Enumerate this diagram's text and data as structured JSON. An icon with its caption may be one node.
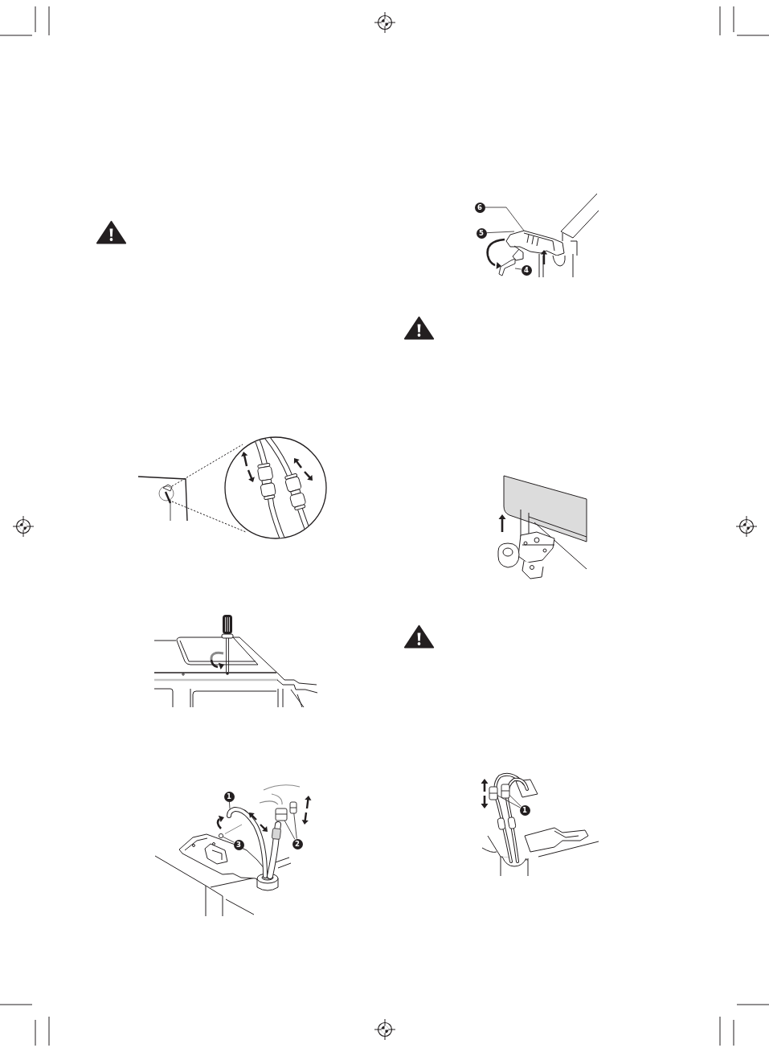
{
  "diagram": {
    "nodes": [
      {
        "text": [
          "1"
        ]
      },
      {
        "text": [
          "3"
        ]
      },
      {
        "text": [
          "2"
        ]
      },
      {
        "text": [
          "6"
        ]
      },
      {
        "text": [
          "5"
        ]
      },
      {
        "text": [
          "4"
        ]
      },
      {
        "text": [
          "1"
        ]
      },
      {
        "text": [],
        "shape": "circle"
      },
      {
        "text": [],
        "shape": "picture"
      },
      {
        "text": [],
        "shape": "picture"
      },
      {
        "text": [],
        "shape": "picture"
      },
      {
        "text": [],
        "shape": "picture"
      },
      {
        "text": [],
        "shape": "picture"
      }
    ],
    "edges": [
      {
        "from": 0,
        "to": null,
        "arrow": "none"
      },
      {
        "from": 1,
        "to": 7,
        "arrow": "none"
      },
      {
        "from": 2,
        "to": 8,
        "arrow": "none"
      },
      {
        "from": 2,
        "to": 9,
        "arrow": "none"
      },
      {
        "from": 3,
        "to": null,
        "arrow": "none"
      },
      {
        "from": 4,
        "to": null,
        "arrow": "none"
      },
      {
        "from": 5,
        "to": 10,
        "arrow": "none"
      },
      {
        "from": 6,
        "to": 11,
        "arrow": "none"
      },
      {
        "from": 6,
        "to": 12,
        "arrow": "none"
      }
    ]
  }
}
